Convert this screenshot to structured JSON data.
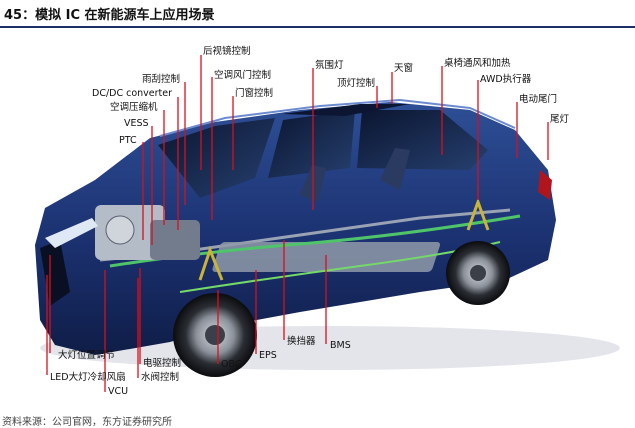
{
  "title": "45：模拟 IC 在新能源车上应用场景",
  "labels": {
    "rear_mirror": "后视镜控制",
    "wiper": "雨刮控制",
    "ac_vent": "空调风门控制",
    "dcdc": "DC/DC converter",
    "door_window": "门窗控制",
    "ac_compressor": "空调压缩机",
    "vess": "VESS",
    "ptc": "PTC",
    "ambient_light": "氛围灯",
    "top_light": "顶灯控制",
    "sunroof": "天窗",
    "seat": "桌椅通风和加热",
    "awd": "AWD执行器",
    "tailgate": "电动尾门",
    "tail_light": "尾灯",
    "headlight_adjust": "大灯位置调节",
    "led_fan": "LED大灯冷却风扇",
    "motor_drive": "电驱控制",
    "water_valve": "水阀控制",
    "vcu": "VCU",
    "obc": "OBC",
    "eps": "EPS",
    "gear_shifter": "换挡器",
    "bms": "BMS"
  },
  "source": "资料来源：公司官网，东方证券研究所"
}
